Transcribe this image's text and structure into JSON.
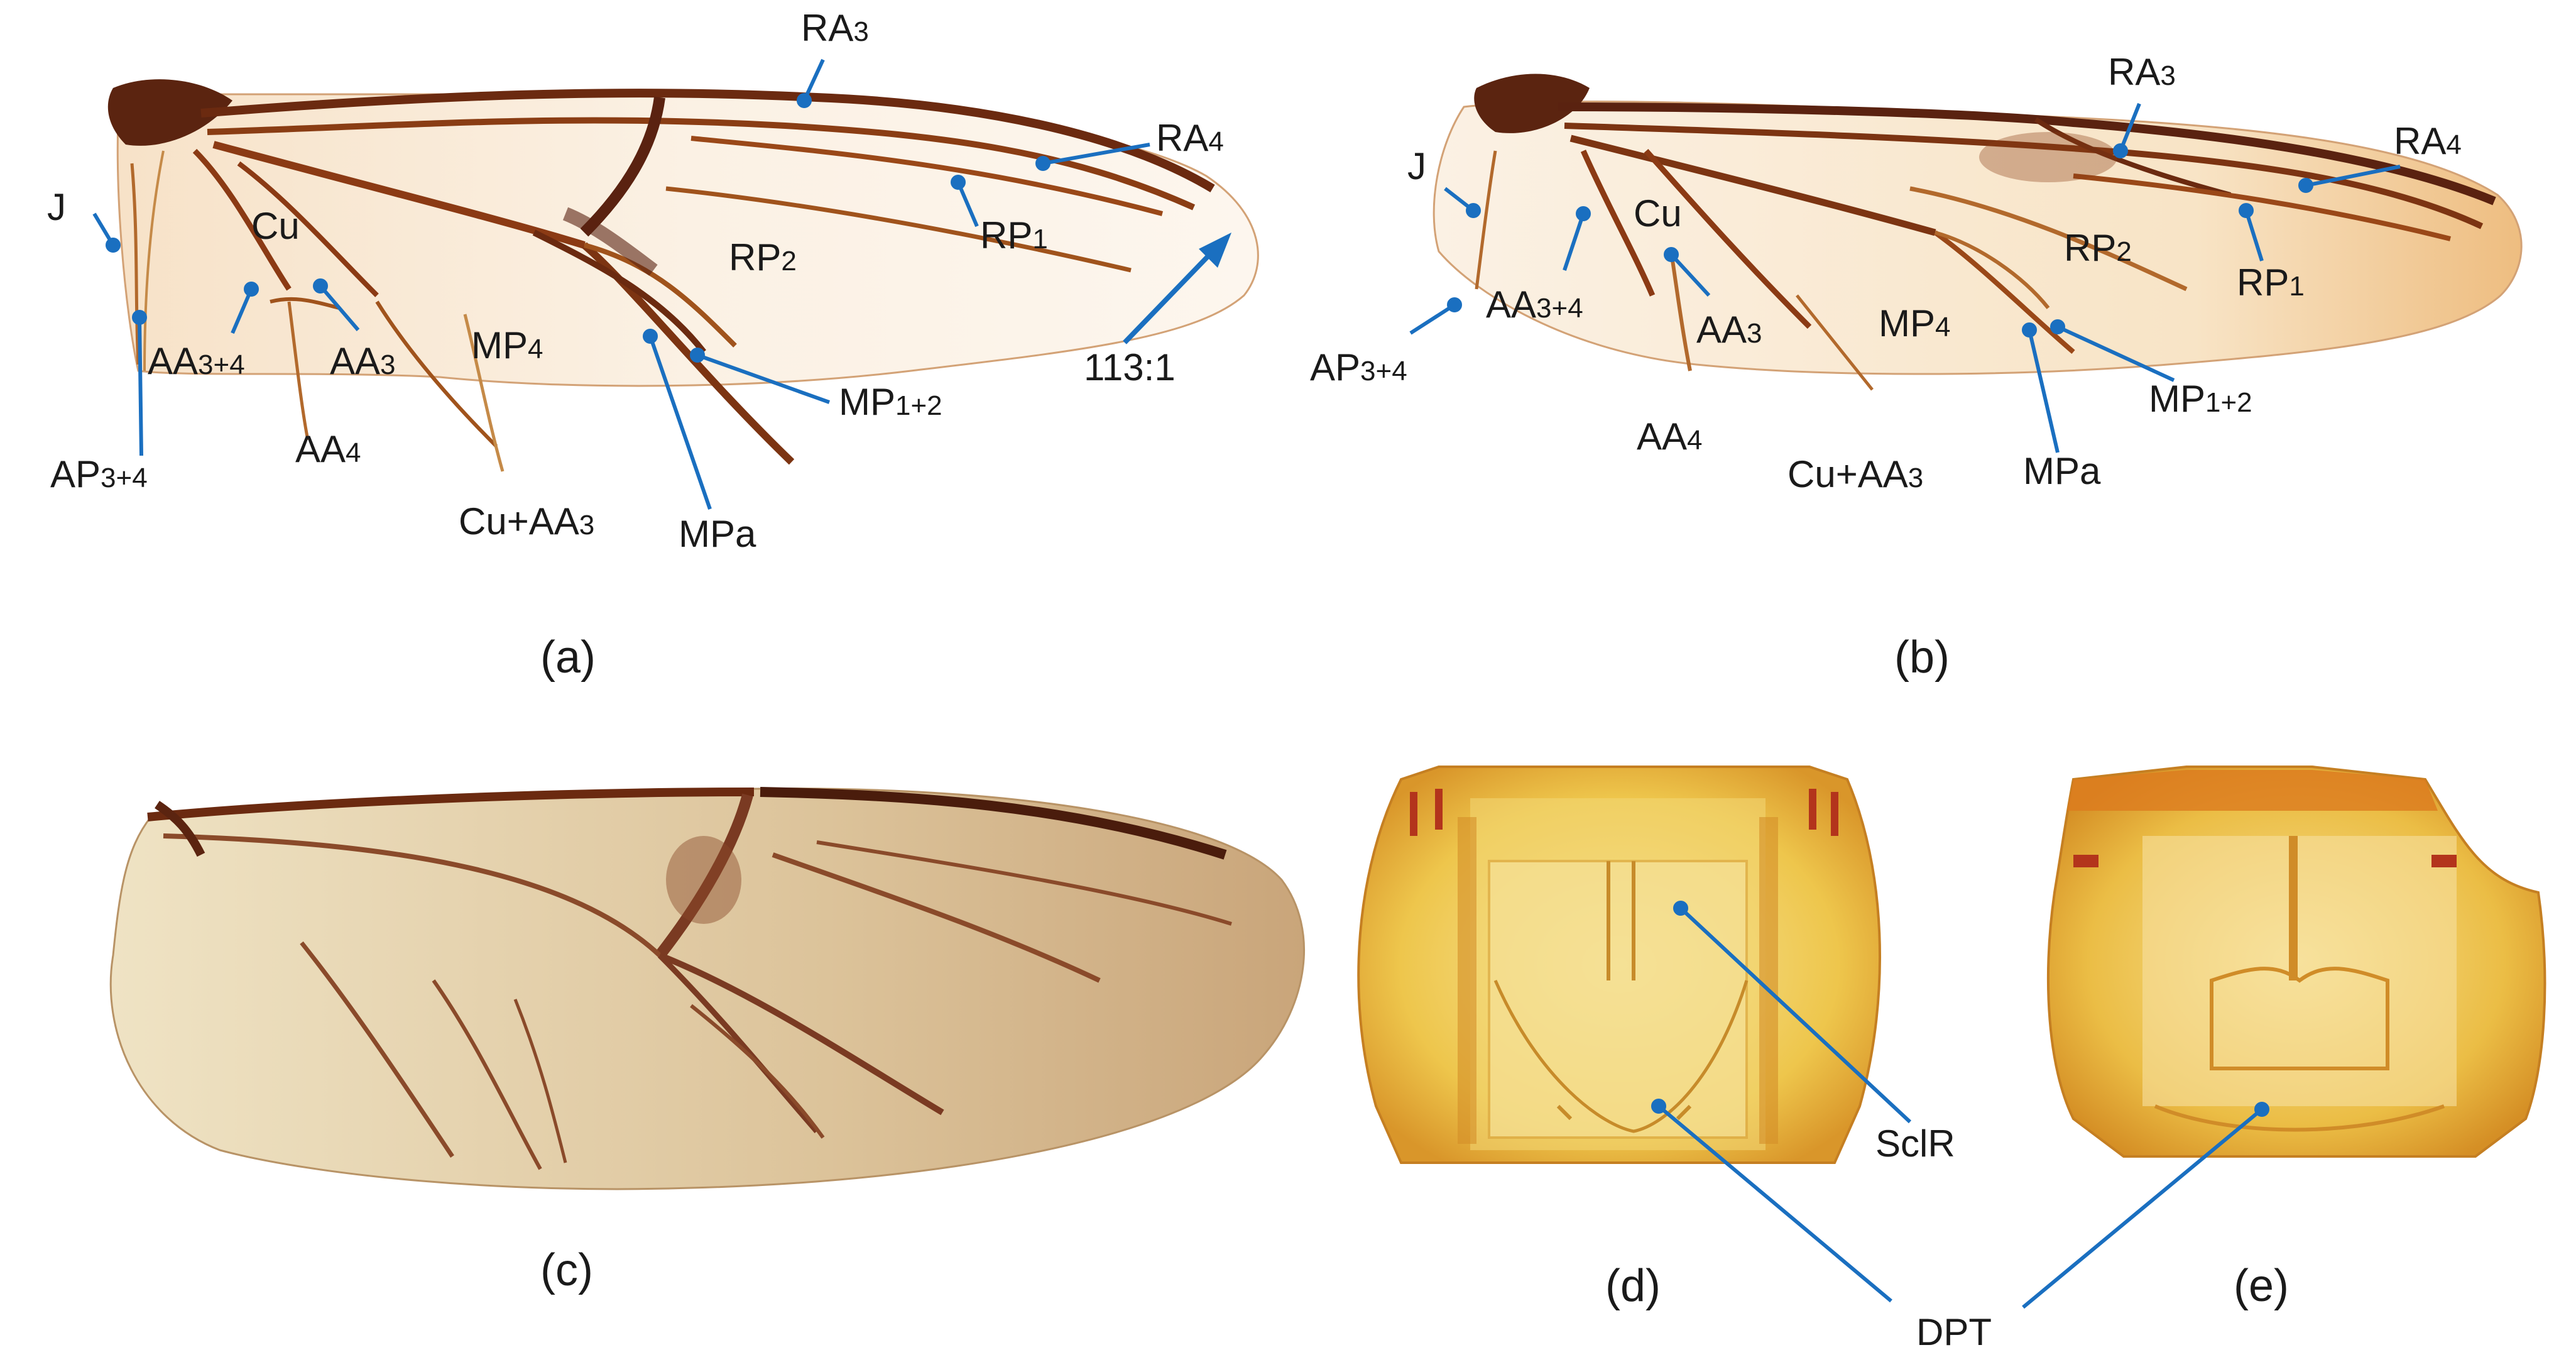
{
  "colors": {
    "leader": "#1a6fc0",
    "vein_dark": "#6b2a10",
    "vein_mid": "#a8541c",
    "membrane_light": "#fbf1e4",
    "membrane_c": "#e9d9b2",
    "amber": "#e7b93a",
    "amber_light": "#f6dd82"
  },
  "panels": {
    "a": {
      "caption": "(a)"
    },
    "b": {
      "caption": "(b)"
    },
    "c": {
      "caption": "(c)"
    },
    "d": {
      "caption": "(d)"
    },
    "e": {
      "caption": "(e)"
    }
  },
  "labels_a": {
    "ra3": "RA3",
    "ra4": "RA4",
    "rp1": "RP1",
    "rp2": "RP2",
    "j": "J",
    "cu": "Cu",
    "aa34": "AA3+4",
    "aa3": "AA3",
    "aa4": "AA4",
    "ap34": "AP3+4",
    "mp4": "MP4",
    "cuaa3": "Cu+AA3",
    "mpa": "MPa",
    "mp12": "MP1+2",
    "ratio": "113:1"
  },
  "labels_b": {
    "ra3": "RA3",
    "ra4": "RA4",
    "rp1": "RP1",
    "rp2": "RP2",
    "j": "J",
    "cu": "Cu",
    "aa34": "AA3+4",
    "aa3": "AA3",
    "aa4": "AA4",
    "ap34": "AP3+4",
    "mp4": "MP4",
    "cuaa3": "Cu+AA3",
    "mpa": "MPa",
    "mp12": "MP1+2"
  },
  "labels_de": {
    "sclr": "SclR",
    "dpt": "DPT"
  }
}
